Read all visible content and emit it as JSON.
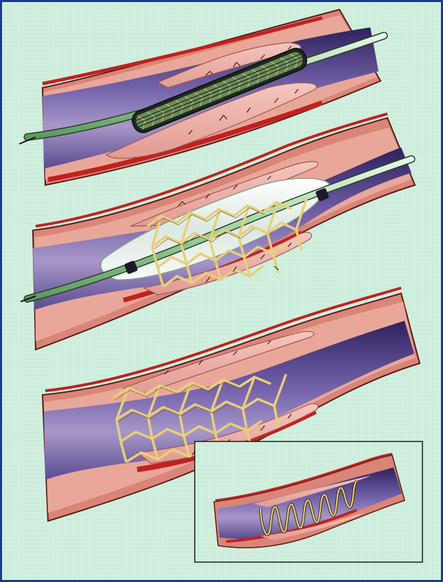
{
  "figure": {
    "panels": [
      {
        "id": "stage-1",
        "description_hidden": true
      },
      {
        "id": "stage-2",
        "description_hidden": true
      },
      {
        "id": "stage-3",
        "description_hidden": true
      },
      {
        "id": "inset",
        "description_hidden": true
      }
    ]
  },
  "colors": {
    "background": "#cfeedd",
    "frame": "#1a3a8a",
    "vessel_outer": "#7b2f2a",
    "vessel_wall": "#d98577",
    "vessel_wall_light": "#ecb0a3",
    "lumen_dark": "#3d2d6d",
    "lumen": "#6a5a9e",
    "lumen_light": "#a798c6",
    "plaque": "#f1b7ae",
    "plaque_dark": "#c57c7a",
    "artery_red": "#c0211f",
    "catheter": "#a7d9a8",
    "catheter_dark": "#2a3a2a",
    "stent": "#e8cf7a",
    "stent_dark": "#7a5a20",
    "balloon": "#eef2ee",
    "inset_border": "#1a1a1a"
  }
}
